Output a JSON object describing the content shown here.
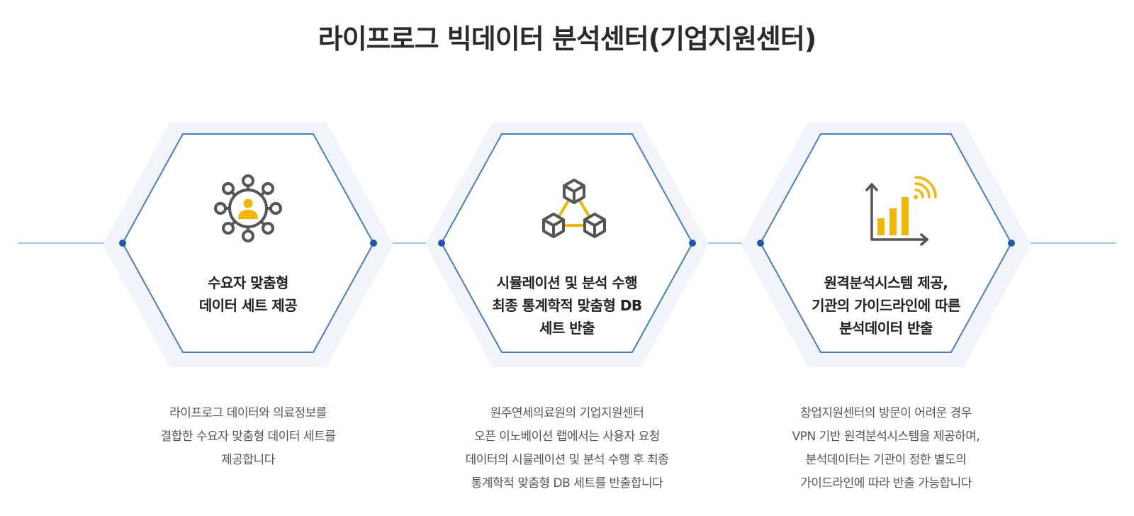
{
  "title": "라이프로그 빅데이터 분석센터(기업지원센터)",
  "colors": {
    "line": "#4a7cc0",
    "connector": "#a9c4e6",
    "dot": "#1f57b0",
    "halo": "#f1f4f9",
    "icon_gray": "#555555",
    "icon_gold": "#f2b705"
  },
  "steps": [
    {
      "icon": "user-network-icon",
      "label_lines": [
        "수요자 맞춤형",
        "데이터 세트 제공"
      ],
      "desc_lines": [
        "라이프로그 데이터와 의료정보를",
        "결합한 수요자 맞춤형 데이터 세트를",
        "제공합니다"
      ]
    },
    {
      "icon": "cubes-network-icon",
      "label_lines": [
        "시뮬레이션 및 분석 수행",
        "최종 통계학적 맞춤형 DB",
        "세트 반출"
      ],
      "desc_lines": [
        "원주연세의료원의 기업지원센터",
        "오픈 이노베이션 랩에서는 사용자 요청",
        "데이터의 시뮬레이션 및 분석 수행 후 최종",
        "통계학적 맞춤형 DB 세트를 반출합니다"
      ]
    },
    {
      "icon": "bar-chart-signal-icon",
      "label_lines": [
        "원격분석시스템 제공,",
        "기관의 가이드라인에 따른",
        "분석데이터 반출"
      ],
      "desc_lines": [
        "창업지원센터의 방문이 어려운 경우",
        "VPN 기반 원격분석시스템을 제공하며,",
        "분석데이터는 기관이 정한 별도의",
        "가이드라인에 따라 반출 가능합니다"
      ]
    }
  ]
}
